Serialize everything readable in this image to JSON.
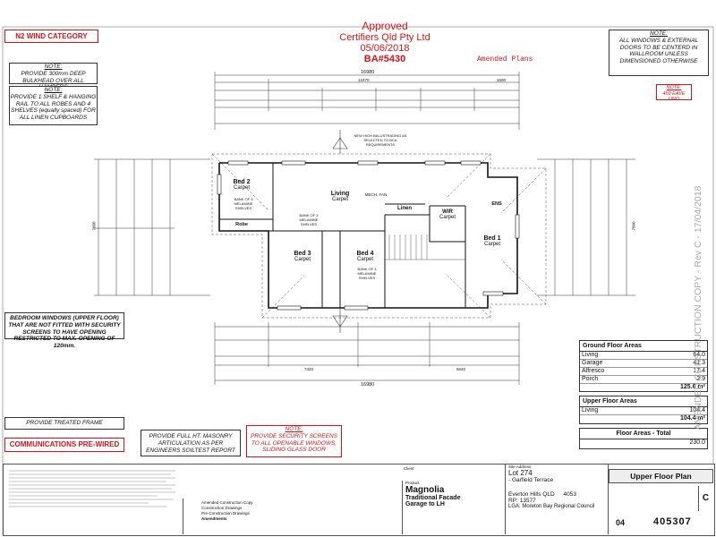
{
  "stamp": {
    "approved": "Approved",
    "certifier": "Certifiers Qld Pty Ltd",
    "date": "05/06/2018",
    "ba": "BA#5430",
    "amended": "Amended Plans"
  },
  "wind_category": "N2 WIND CATEGORY",
  "notes": {
    "bulkhead_title": "NOTE:",
    "bulkhead": "PROVIDE 300mm DEEP BULKHEAD OVER ALL HAMPERS",
    "shelf_title": "NOTE:",
    "shelf": "PROVIDE 1 SHELF & HANGING RAIL TO ALL ROBES AND 4 SHELVES (equally spaced) FOR ALL LINEN CUPBOARDS",
    "doors_title": "NOTE:",
    "doors": "ALL WINDOWS & EXTERNAL DOORS TO BE CENTERD IN WALLROOM UNLESS DIMENSIONED OTHERWISE",
    "eave_title": "NOTE:",
    "eave": "450 EAVE UNO",
    "bedroom_windows": "BEDROOM WINDOWS (UPPER FLOOR) THAT ARE NOT FITTED WITH SECURITY SCREENS TO HAVE OPENING RESTRICTED TO MAX. OPENING OF 120mm.",
    "treated_frame": "PROVIDE TREATED FRAME",
    "comms": "COMMUNICATIONS PRE-WIRED",
    "masonry": "PROVIDE FULL HT. MASONRY ARTICULATION AS PER ENGINEERS SOILTEST REPORT",
    "security_title": "NOTE:",
    "security": "PROVIDE SECURITY SCREENS TO ALL OPENABLE WINDOWS, SLIDING GLASS DOOR",
    "balustrade": "NEW HIGH BALUSTRADING AS SELECTED TO BCA REQUIREMENTS"
  },
  "side_watermark": "AMENDED CONSTRUCTION COPY - Rev C - 17/04/2018",
  "dims": {
    "top_overall": "16980",
    "top_mid": "12470",
    "top_right": "1600",
    "bottom_overall": "16980",
    "bottom_mid": "7420",
    "bottom_right": "6640",
    "left_total": "7000",
    "right_total": "7000"
  },
  "rooms": [
    {
      "name": "Bed 2",
      "sub": "Carpet"
    },
    {
      "name": "Living",
      "sub": "Carpet"
    },
    {
      "name": "Bed 3",
      "sub": "Carpet"
    },
    {
      "name": "Bed 4",
      "sub": "Carpet"
    },
    {
      "name": "Bed 1",
      "sub": "Carpet"
    },
    {
      "name": "Linen",
      "sub": ""
    },
    {
      "name": "WIR",
      "sub": "Carpet"
    },
    {
      "name": "Robe",
      "sub": ""
    },
    {
      "name": "ENS",
      "sub": ""
    }
  ],
  "room_labels": {
    "mech_fan": "MECH. FAN",
    "shelves1": "BANK OF 3 MELAMINE SHELVES",
    "shelves2": "BANK OF 3 MELAMINE SHELVES",
    "shelves3": "BANK OF 3 MELAMINE SHELVES"
  },
  "ground_areas": {
    "title": "Ground Floor Areas",
    "rows": [
      {
        "label": "Living",
        "value": "64.0"
      },
      {
        "label": "Garage",
        "value": "41.3"
      },
      {
        "label": "Alfresco",
        "value": "17.4"
      },
      {
        "label": "Porch",
        "value": "2.9"
      }
    ],
    "total": "125.6 m²"
  },
  "upper_areas": {
    "title": "Upper Floor Areas",
    "rows": [
      {
        "label": "Living",
        "value": "104.4"
      }
    ],
    "total": "104.4 m²"
  },
  "total_areas": {
    "title": "Floor Areas - Total",
    "value": "230.0"
  },
  "title_block": {
    "product_label": "Product",
    "product": "Magnolia",
    "facade": "Traditional Facade",
    "garage": "Garage to LH",
    "site_label": "Site Address",
    "lot": "Lot 274",
    "street": "- Garfield Terrace",
    "suburb": "Everton Hills QLD",
    "postcode": "4053",
    "rp": "RP: 13577",
    "lga": "LGA: Moreton Bay Regional Council",
    "sheet_title": "Upper Floor Plan",
    "rev": "C",
    "sheet_no": "04",
    "job_no": "405307",
    "client_label": "Client",
    "amendments_label": "Amendments",
    "amend_rows": [
      "Amended Construction Copy",
      "Construction Drawings",
      "Pre-Construction Drawings"
    ]
  }
}
